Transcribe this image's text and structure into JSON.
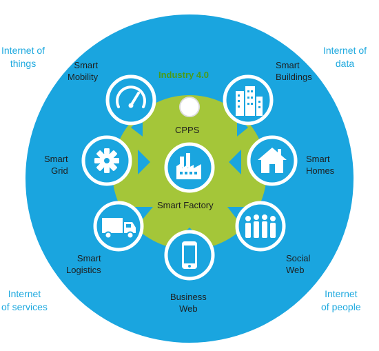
{
  "title": "Industry 4.0",
  "center": {
    "label": "Smart Factory",
    "icon": "factory-icon"
  },
  "cpps_label": "CPPS",
  "corners": {
    "top_left": "Internet of\nthings",
    "top_right": "Internet of\ndata",
    "bottom_left": "Internet\nof services",
    "bottom_right": "Internet\nof people"
  },
  "nodes": [
    {
      "label": "Smart\nMobility",
      "icon": "speedometer-icon"
    },
    {
      "label": "Smart\nBuildings",
      "icon": "buildings-icon"
    },
    {
      "label": "Smart\nGrid",
      "icon": "gear-icon"
    },
    {
      "label": "Smart\nHomes",
      "icon": "house-icon"
    },
    {
      "label": "Smart\nLogistics",
      "icon": "truck-icon"
    },
    {
      "label": "Social\nWeb",
      "icon": "people-icon"
    },
    {
      "label": "Business\nWeb",
      "icon": "smartphone-icon"
    }
  ],
  "colors": {
    "outer_circle": "#1aa5df",
    "gear": "#a4c639",
    "node_fill": "#1aa5df",
    "node_ring": "#ffffff",
    "title": "#4a9b17",
    "corner_text": "#1ea9df"
  }
}
